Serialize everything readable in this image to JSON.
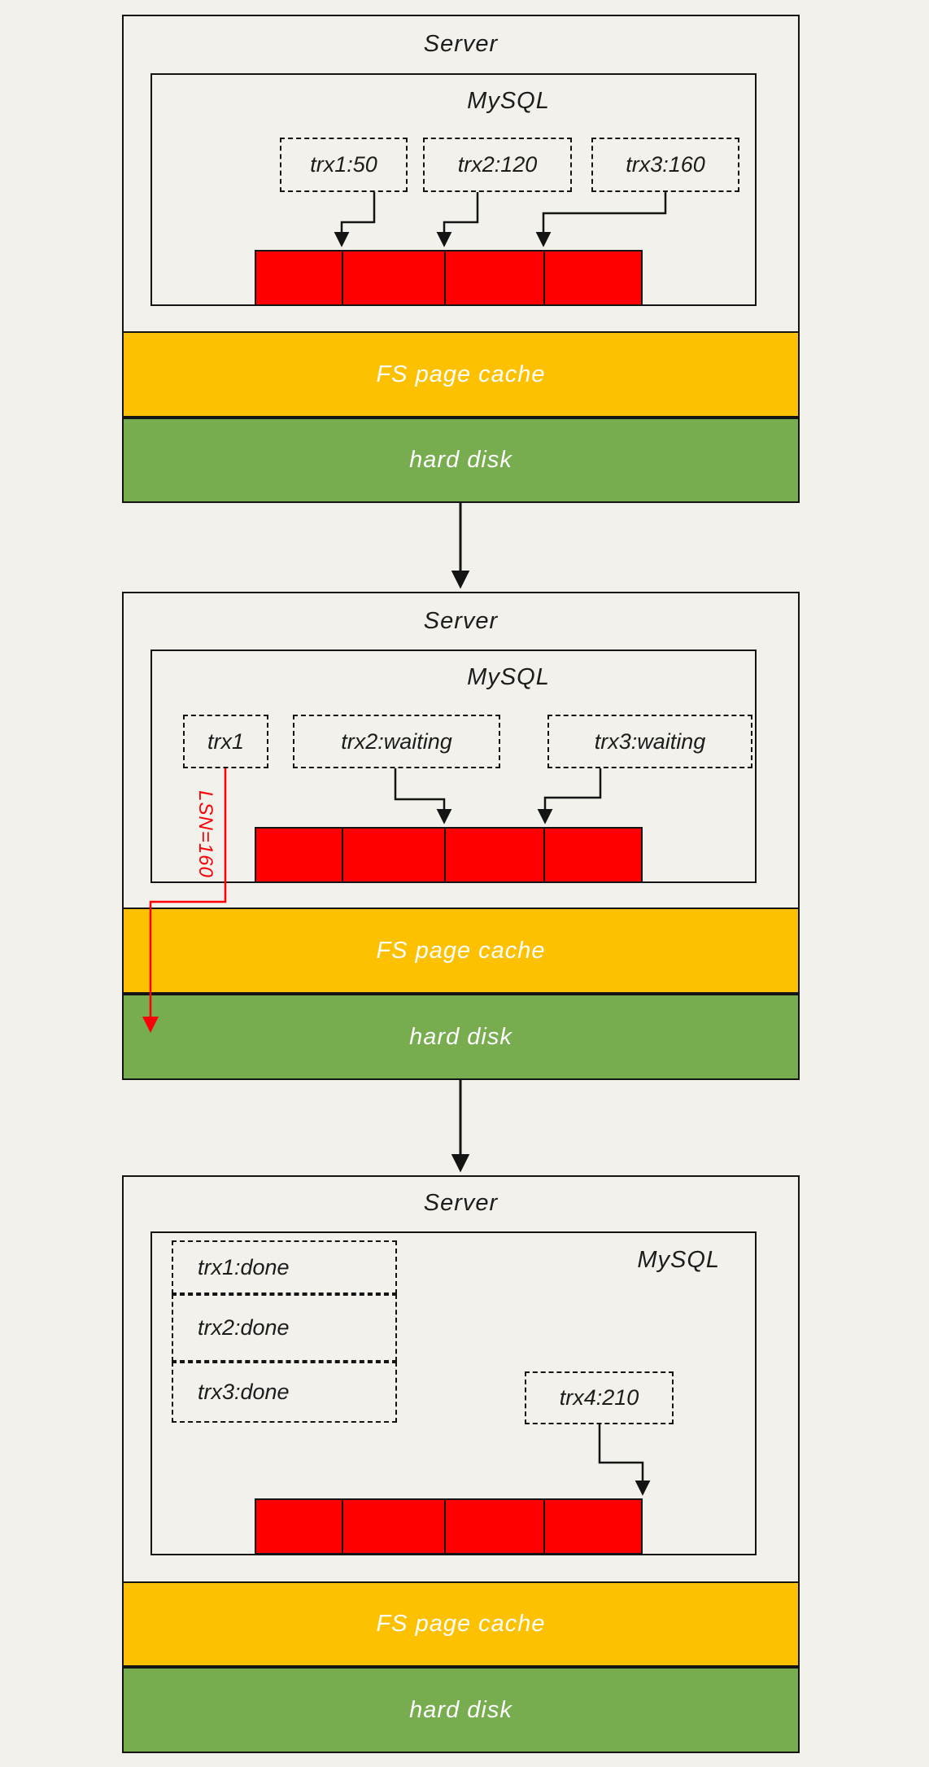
{
  "diagram_title": "MySQL redo log group commit flow (3 stages)",
  "colors": {
    "background": "#F2F1EB",
    "log_buffer": "#FE0000",
    "fs_page_cache": "#FDC101",
    "hard_disk": "#77AC4F",
    "stroke": "#141414",
    "annotation": "#FB0007"
  },
  "panels": [
    {
      "server_label": "Server",
      "mysql_label": "MySQL",
      "transactions": [
        "trx1:50",
        "trx2:120",
        "trx3:160"
      ],
      "cache_label": "FS page cache",
      "disk_label": "hard disk"
    },
    {
      "server_label": "Server",
      "mysql_label": "MySQL",
      "transactions": [
        "trx1",
        "trx2:waiting",
        "trx3:waiting"
      ],
      "lsn_annotation": "LSN=160",
      "cache_label": "FS page cache",
      "disk_label": "hard disk"
    },
    {
      "server_label": "Server",
      "mysql_label": "MySQL",
      "transactions": [
        "trx1:done",
        "trx2:done",
        "trx3:done",
        "trx4:210"
      ],
      "cache_label": "FS page cache",
      "disk_label": "hard disk"
    }
  ]
}
